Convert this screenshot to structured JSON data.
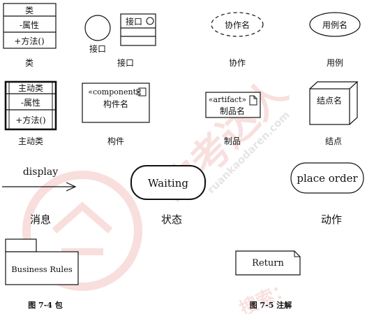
{
  "class_box": {
    "name": "类",
    "attribute": "-属性",
    "method": "+方法()",
    "caption": "类"
  },
  "interface": {
    "circle_label": "接口",
    "box_label": "接口",
    "caption": "接口"
  },
  "collaboration": {
    "name": "协作名",
    "caption": "协作"
  },
  "use_case": {
    "name": "用例名",
    "caption": "用例"
  },
  "active_class": {
    "name": "主动类",
    "attribute": "-属性",
    "method": "+方法()",
    "caption": "主动类"
  },
  "component": {
    "stereotype": "«component»",
    "name": "构件名",
    "caption": "构件"
  },
  "artifact": {
    "stereotype": "«artifact»",
    "name": "制品名",
    "caption": "制品"
  },
  "node": {
    "name": "结点名",
    "caption": "结点"
  },
  "message": {
    "label": "display",
    "caption": "消息"
  },
  "state": {
    "name": "Waiting",
    "caption": "状态"
  },
  "action": {
    "name": "place order",
    "caption": "动作"
  },
  "package": {
    "name": "Business Rules",
    "caption": "图 7-4 包"
  },
  "note": {
    "text": "Return",
    "caption": "图 7-5 注解"
  },
  "watermark": {
    "text": "软考达人",
    "url": "ruankaodaren.com",
    "text2": "搜索：",
    "accent": "#d9473f"
  }
}
